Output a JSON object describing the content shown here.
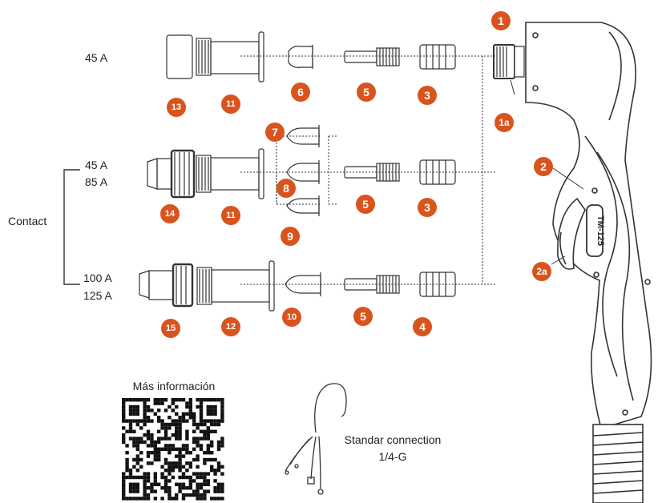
{
  "colors": {
    "badge": "#d9541c",
    "line": "#333333"
  },
  "rows": {
    "row1": {
      "amp": "45 A"
    },
    "row2": {
      "amp_a": "45 A",
      "amp_b": "85 A"
    },
    "row3": {
      "amp_a": "100 A",
      "amp_b": "125 A"
    }
  },
  "contact_label": "Contact",
  "torch": {
    "model": "TM-125"
  },
  "badges": [
    "1",
    "1a",
    "2",
    "2a",
    "3",
    "3",
    "4",
    "5",
    "5",
    "5",
    "6",
    "7",
    "8",
    "9",
    "10",
    "11",
    "11",
    "12",
    "13",
    "14",
    "15"
  ],
  "qr": {
    "caption": "Más información"
  },
  "connection": {
    "line1": "Standar connection",
    "line2": "1/4-G"
  }
}
